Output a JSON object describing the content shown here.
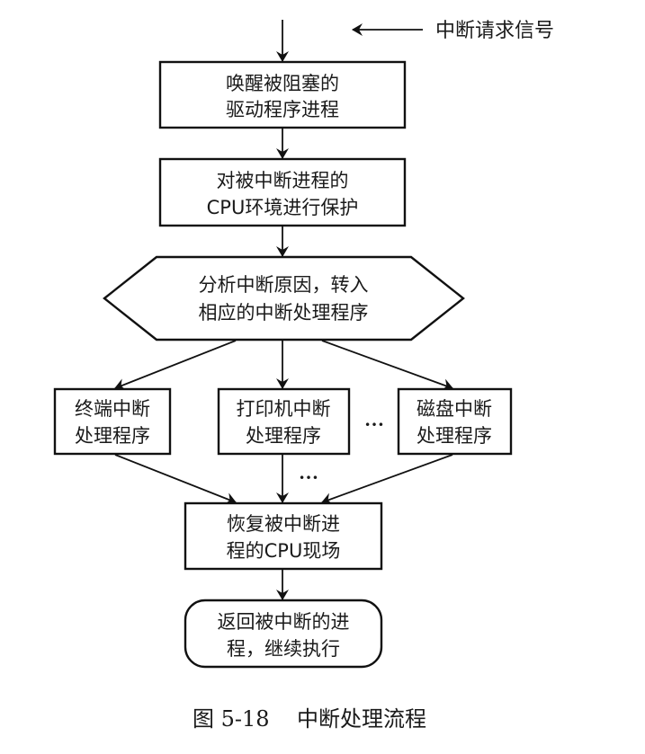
{
  "diagram": {
    "signal_label": "中断请求信号",
    "nodes": {
      "wake": {
        "lines": [
          "唤醒被阻塞的",
          "驱动程序进程"
        ],
        "shape": "rect"
      },
      "protect": {
        "lines": [
          "对被中断进程的",
          "CPU环境进行保护"
        ],
        "shape": "rect"
      },
      "analyze": {
        "lines": [
          "分析中断原因，转入",
          "相应的中断处理程序"
        ],
        "shape": "hexagon"
      },
      "terminal": {
        "lines": [
          "终端中断",
          "处理程序"
        ],
        "shape": "rect"
      },
      "printer": {
        "lines": [
          "打印机中断",
          "处理程序"
        ],
        "shape": "rect"
      },
      "disk": {
        "lines": [
          "磁盘中断",
          "处理程序"
        ],
        "shape": "rect"
      },
      "restore": {
        "lines": [
          "恢复被中断进",
          "程的CPU现场"
        ],
        "shape": "rect"
      },
      "return": {
        "lines": [
          "返回被中断的进",
          "程，继续执行"
        ],
        "shape": "rounded-rect"
      }
    },
    "ellipsis": "…",
    "edges": [
      {
        "from": "start",
        "to": "wake"
      },
      {
        "from": "wake",
        "to": "protect"
      },
      {
        "from": "protect",
        "to": "analyze"
      },
      {
        "from": "analyze",
        "to": "terminal"
      },
      {
        "from": "analyze",
        "to": "printer"
      },
      {
        "from": "analyze",
        "to": "disk"
      },
      {
        "from": "terminal",
        "to": "restore"
      },
      {
        "from": "printer",
        "to": "restore"
      },
      {
        "from": "disk",
        "to": "restore"
      },
      {
        "from": "restore",
        "to": "return"
      }
    ],
    "caption": {
      "figure_number": "图 5-18",
      "title": "中断处理流程"
    }
  }
}
